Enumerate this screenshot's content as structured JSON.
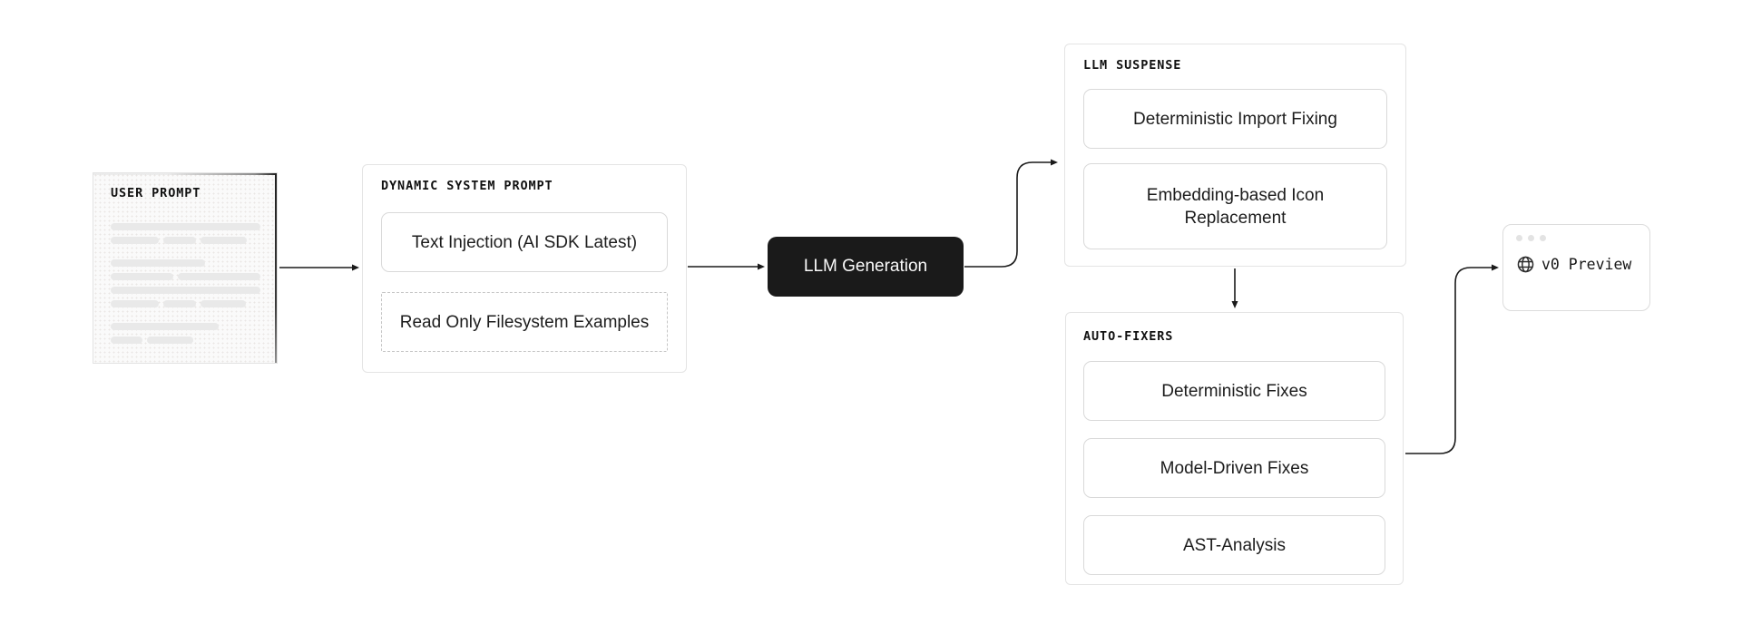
{
  "diagram": {
    "user_prompt": {
      "title": "USER PROMPT"
    },
    "dynamic_system_prompt": {
      "title": "DYNAMIC SYSTEM PROMPT",
      "items": [
        {
          "label": "Text Injection (AI SDK Latest)",
          "border": "solid"
        },
        {
          "label": "Read Only Filesystem Examples",
          "border": "dashed"
        }
      ]
    },
    "llm_generation": {
      "label": "LLM Generation"
    },
    "llm_suspense": {
      "title": "LLM SUSPENSE",
      "items": [
        {
          "label": "Deterministic Import Fixing"
        },
        {
          "label": "Embedding-based Icon Replacement"
        }
      ]
    },
    "auto_fixers": {
      "title": "AUTO-FIXERS",
      "items": [
        {
          "label": "Deterministic Fixes"
        },
        {
          "label": "Model-Driven Fixes"
        },
        {
          "label": "AST-Analysis"
        }
      ]
    },
    "preview": {
      "label": "v0 Preview",
      "icon": "globe-icon"
    },
    "colors": {
      "background": "#ffffff",
      "panel_border": "#e4e4e4",
      "node_border": "#d9d9d9",
      "dark_node_fill": "#1a1a1a",
      "dark_node_text": "#fafafa",
      "skeleton_bar": "#e9e9e9",
      "card_fill": "#fafafa",
      "connector": "#1a1a1a"
    }
  }
}
